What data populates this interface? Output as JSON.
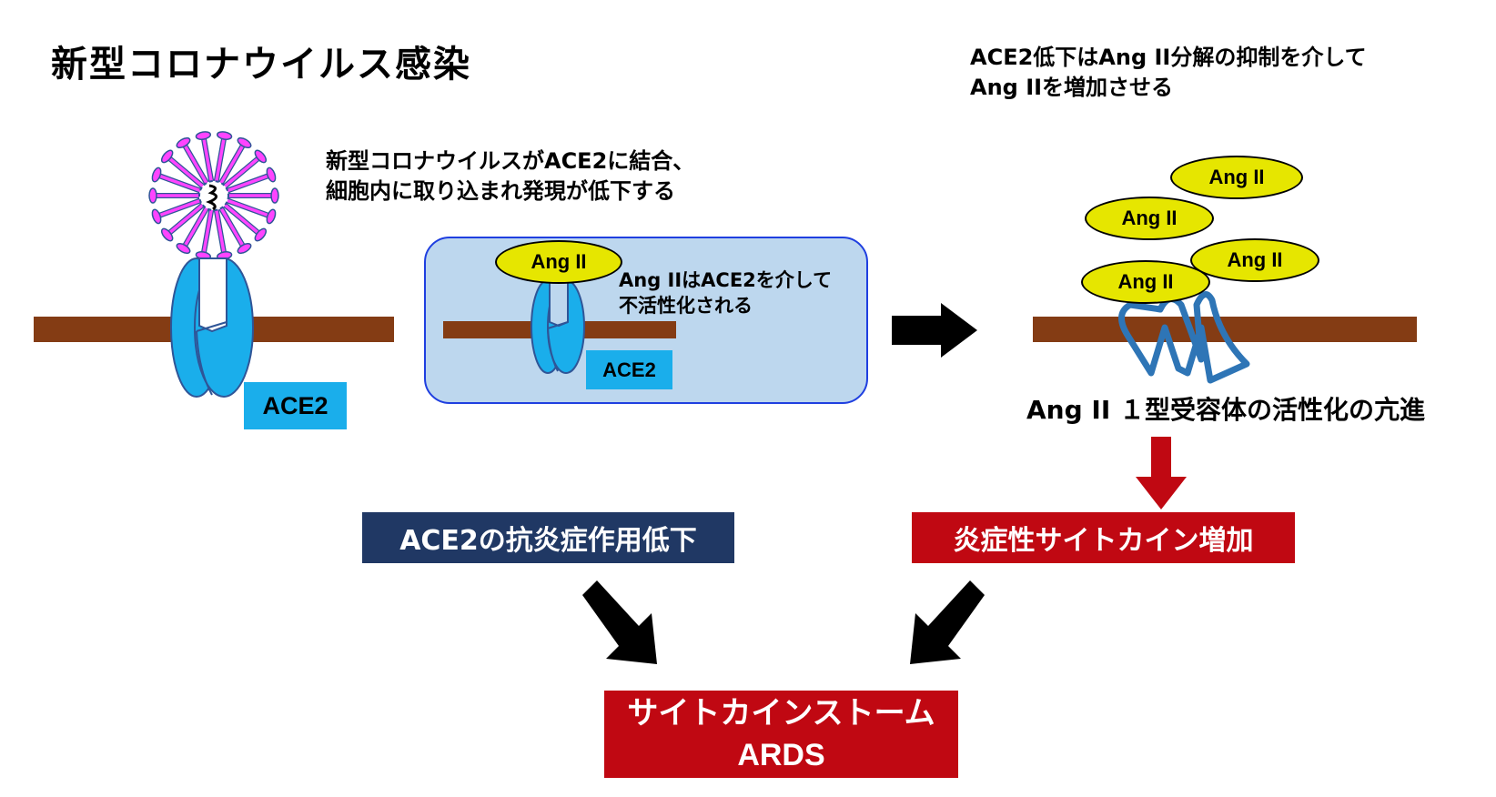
{
  "title": "新型コロナウイルス感染",
  "notes": {
    "binding": [
      "新型コロナウイルスがACE2に結合、",
      "細胞内に取り込まれ発現が低下する"
    ],
    "inactivation": [
      "Ang IIはACE2を介して",
      "不活性化される"
    ],
    "increase": [
      "ACE2低下はAng II分解の抑制を介して",
      "Ang IIを増加させる"
    ],
    "receptor": "Ang II １型受容体の活性化の亢進"
  },
  "labels": {
    "ace2_left": "ACE2",
    "ace2_panel": "ACE2",
    "ang_panel": "Ang II",
    "ang_cluster": [
      "Ang II",
      "Ang II",
      "Ang II",
      "Ang II"
    ]
  },
  "boxes": {
    "anti_inflammatory": "ACE2の抗炎症作用低下",
    "cytokine_increase": "炎症性サイトカイン増加",
    "final": [
      "サイトカインストーム",
      "ARDS"
    ]
  },
  "icons": {
    "virus": "coronavirus-icon",
    "receptor": "ace2-receptor-icon",
    "at1_receptor": "at1-receptor-squiggle-icon",
    "arrows": [
      "right-arrow",
      "down-arrow-red",
      "down-right-arrow",
      "down-left-arrow"
    ]
  },
  "colors": {
    "membrane": "#843c14",
    "ace2": "#1aaeeb",
    "ang": "#e6e600",
    "virus_spike": "#ff44ff",
    "panel": "#bdd7ee",
    "blue_box": "#203864",
    "red_box": "#c00812",
    "receptor_line": "#2e75b6"
  }
}
